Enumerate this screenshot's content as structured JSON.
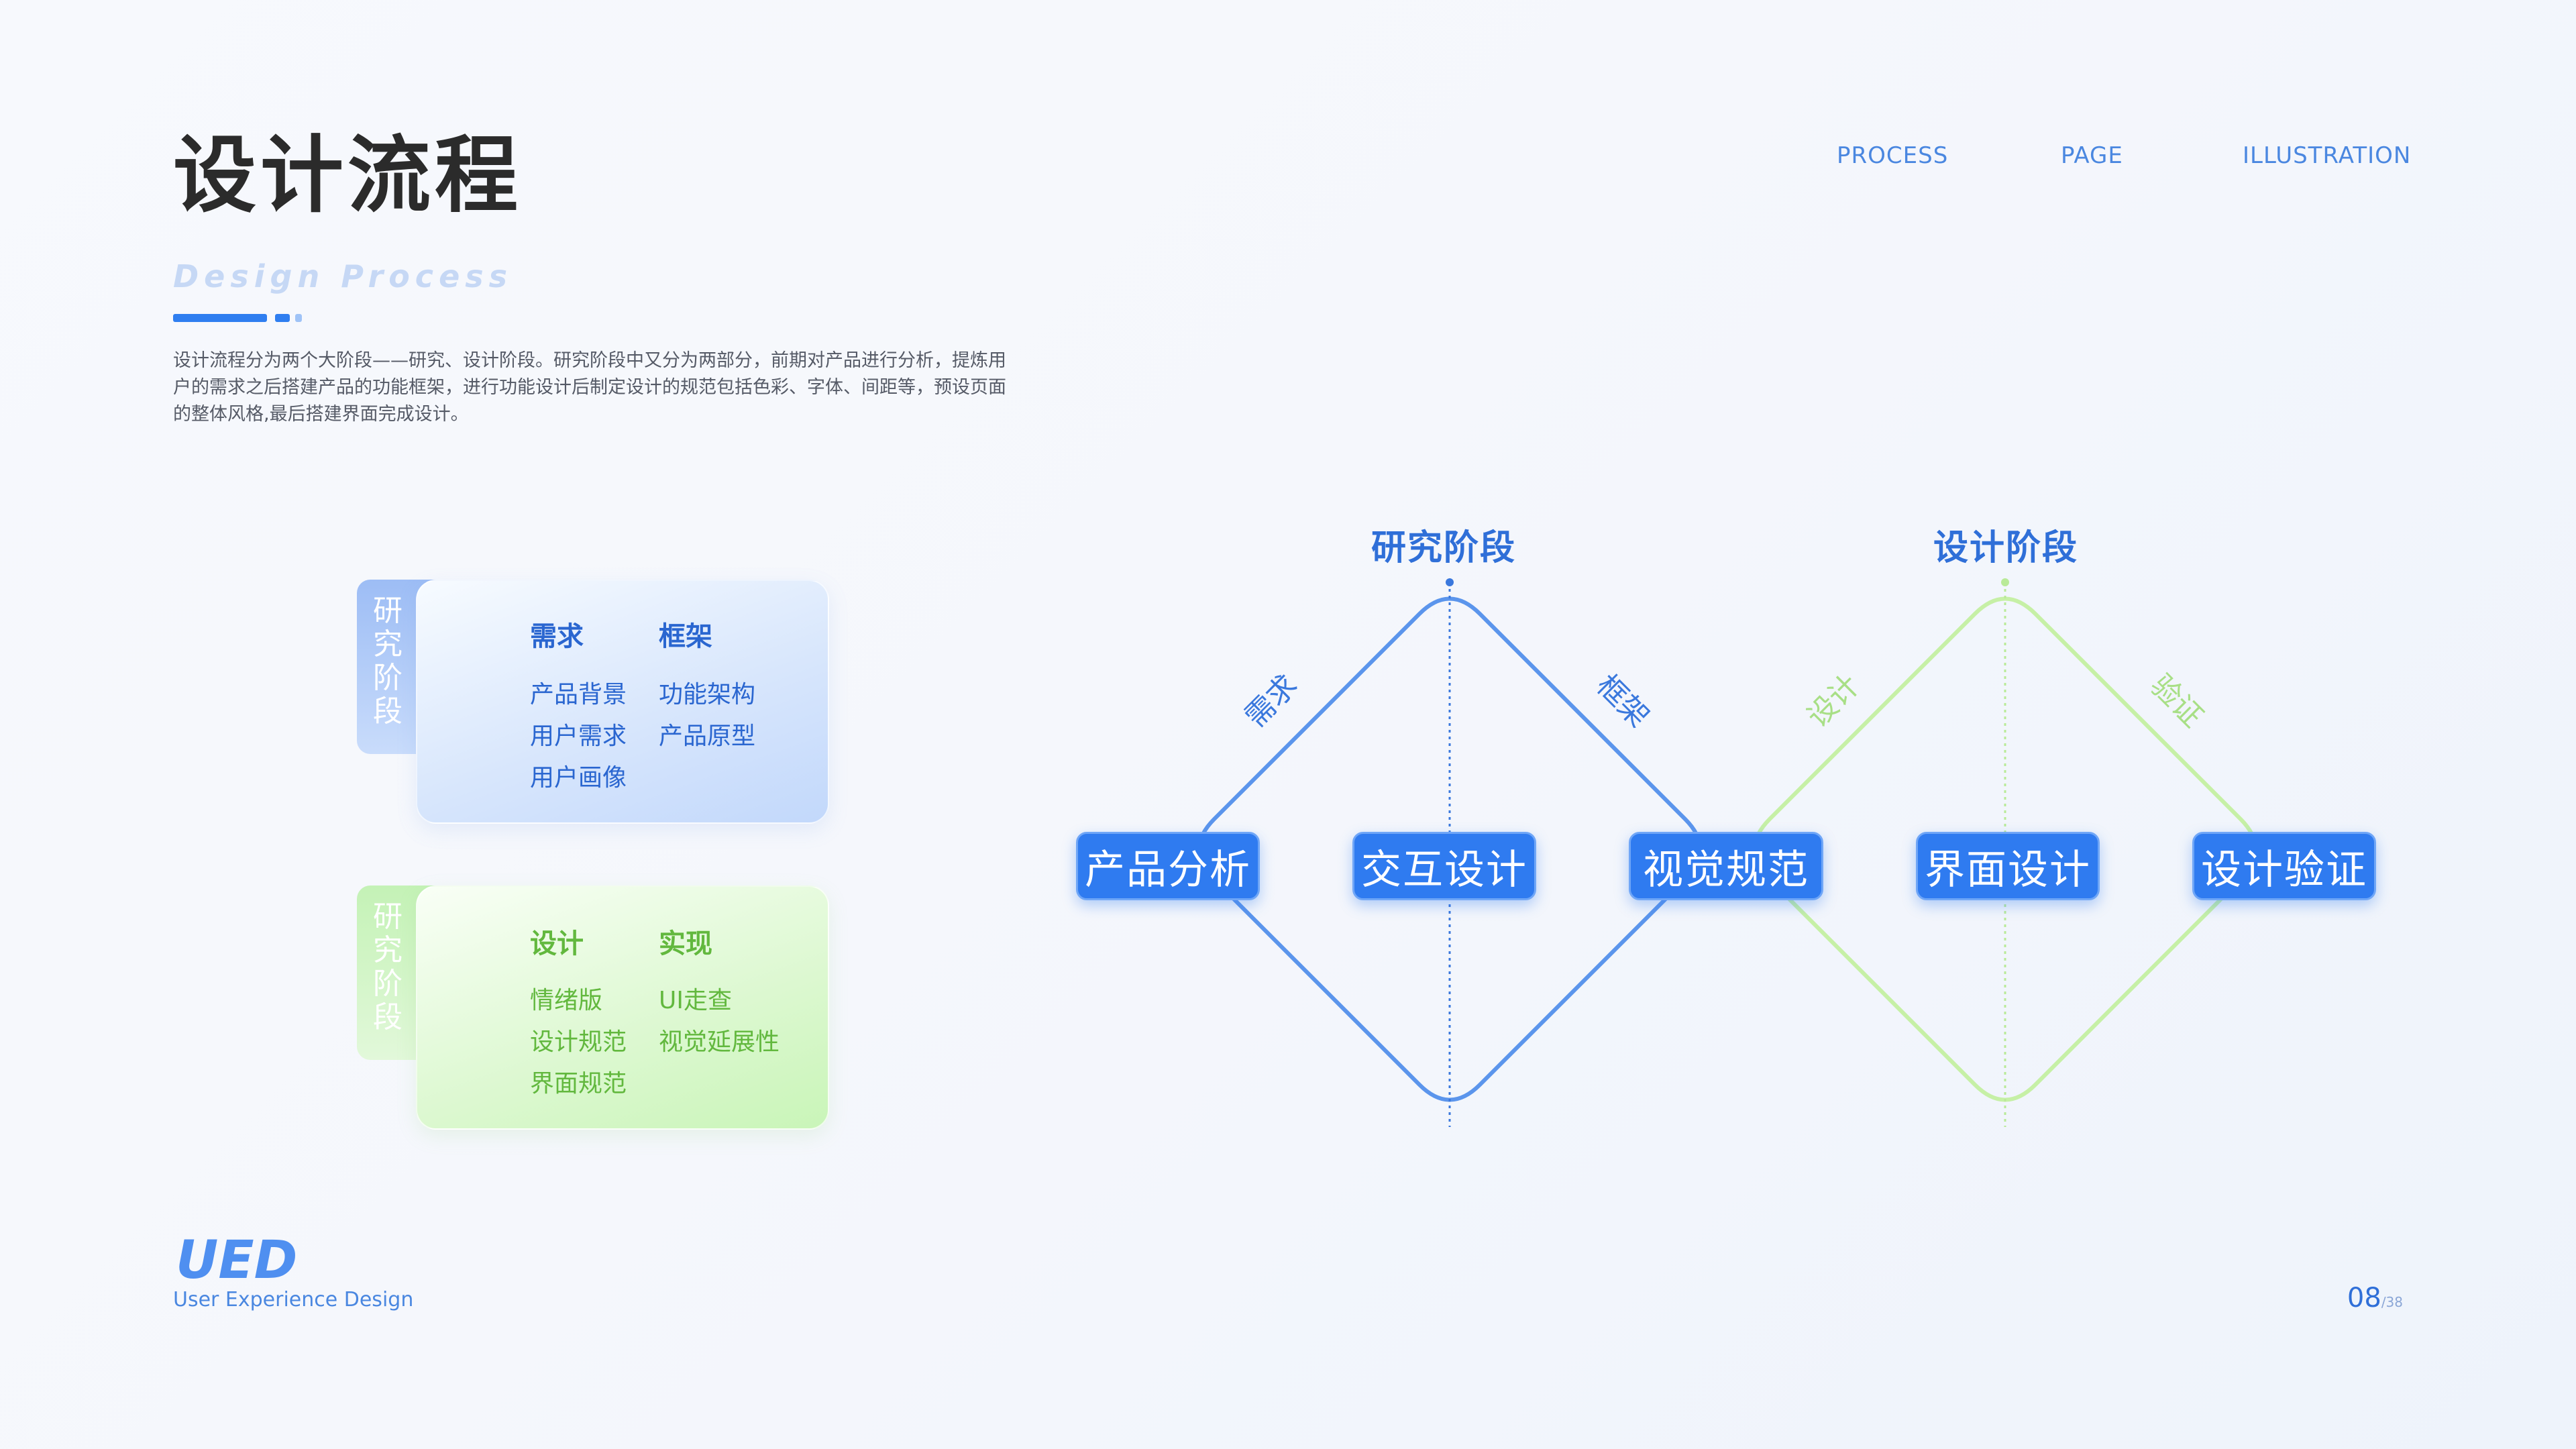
{
  "header": {
    "title": "设计流程",
    "subtitle": "Design Process",
    "description": "设计流程分为两个大阶段——研究、设计阶段。研究阶段中又分为两部分，前期对产品进行分析，提炼用户的需求之后搭建产品的功能框架，进行功能设计后制定设计的规范包括色彩、字体、间距等，预设页面的整体风格,最后搭建界面完成设计。"
  },
  "nav": {
    "process": "PROCESS",
    "page": "PAGE",
    "illustration": "ILLUSTRATION"
  },
  "cards": {
    "research": {
      "tag": "研究阶段",
      "col1_title": "需求",
      "col2_title": "框架",
      "col1_items": [
        "产品背景",
        "用户需求",
        "用户画像"
      ],
      "col2_items": [
        "功能架构",
        "产品原型"
      ]
    },
    "design": {
      "tag": "研究阶段",
      "col1_title": "设计",
      "col2_title": "实现",
      "col1_items": [
        "情绪版",
        "设计规范",
        "界面规范"
      ],
      "col2_items": [
        "UI走查",
        "视觉延展性"
      ]
    }
  },
  "diagram": {
    "stage_research": "研究阶段",
    "stage_design": "设计阶段",
    "nodes": [
      "产品分析",
      "交互设计",
      "视觉规范",
      "界面设计",
      "设计验证"
    ],
    "edge_labels": [
      "需求",
      "框架",
      "设计",
      "验证"
    ],
    "colors": {
      "research": "#5b95ec",
      "design": "#c6f0a6"
    }
  },
  "footer": {
    "logo": "UED",
    "logo_sub": "User Experience Design",
    "page_current": "08",
    "page_total": "/38"
  }
}
